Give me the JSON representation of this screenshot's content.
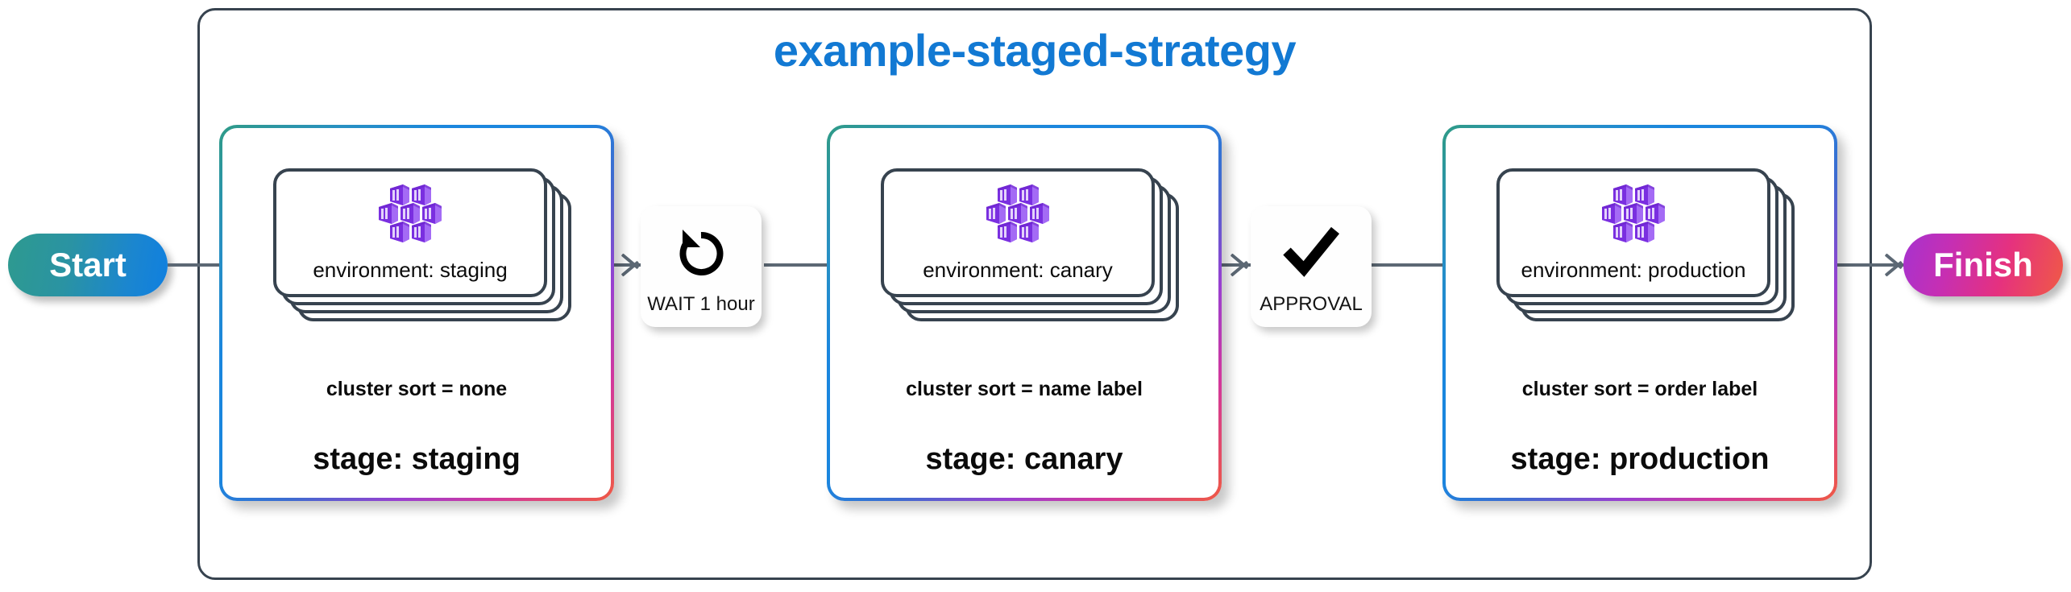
{
  "strategy": {
    "title": "example-staged-strategy"
  },
  "terminals": {
    "start": {
      "label": "Start",
      "gradient_from": "#2e9a8f",
      "gradient_to": "#0f7fe0"
    },
    "finish": {
      "label": "Finish",
      "gradient_from": "#a632cf",
      "gradient_to": "#f05a45"
    }
  },
  "stages": [
    {
      "stage_label": "stage: staging",
      "cluster_sort": "cluster sort = none",
      "environment_label": "environment: staging",
      "icon": "cluster-nodes-icon",
      "cluster_count": 4
    },
    {
      "stage_label": "stage: canary",
      "cluster_sort": "cluster sort = name label",
      "environment_label": "environment: canary",
      "icon": "cluster-nodes-icon",
      "cluster_count": 4
    },
    {
      "stage_label": "stage: production",
      "cluster_sort": "cluster sort = order label",
      "environment_label": "environment: production",
      "icon": "cluster-nodes-icon",
      "cluster_count": 4
    }
  ],
  "gates": [
    {
      "label": "WAIT 1 hour",
      "icon": "rotate-counterclockwise-icon",
      "type": "wait"
    },
    {
      "label": "APPROVAL",
      "icon": "checkmark-icon",
      "type": "approval"
    }
  ],
  "colors": {
    "title_blue": "#1279d3",
    "outline_slate": "#37434f",
    "connector_gray": "#5c6874",
    "cluster_icon_purple": "#8a3ff0"
  }
}
